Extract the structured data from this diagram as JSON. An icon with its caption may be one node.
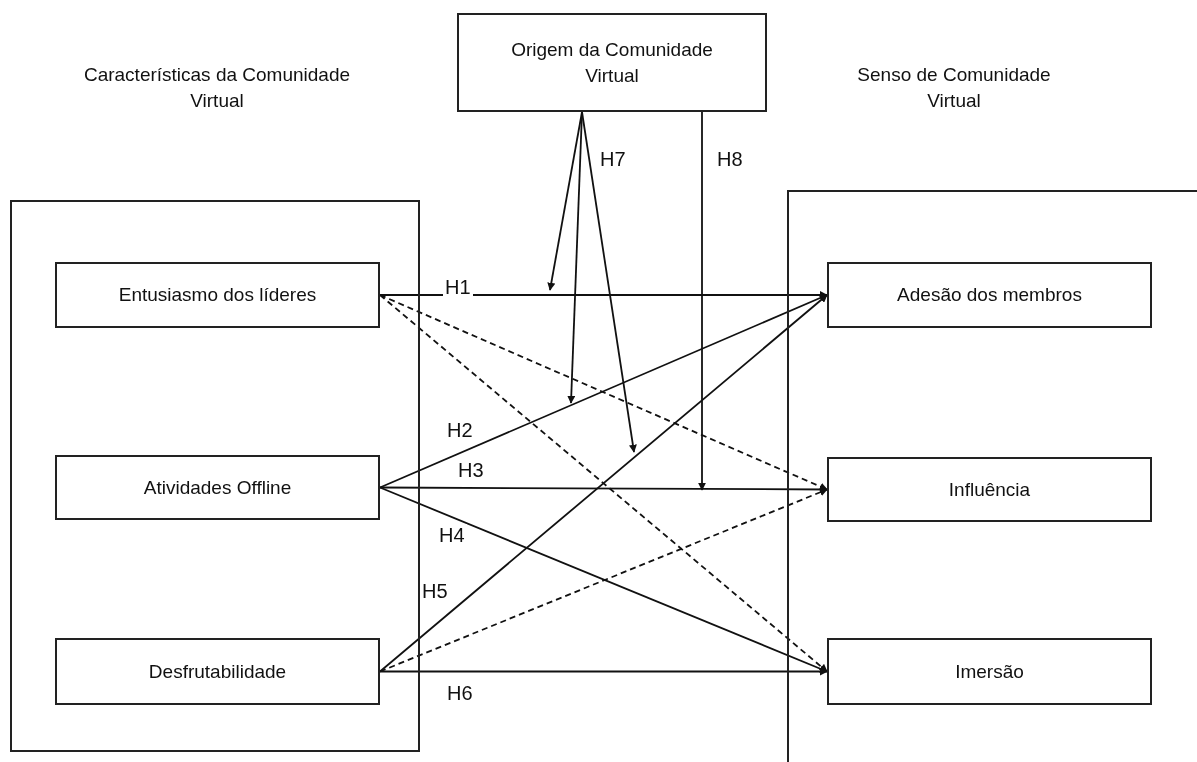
{
  "diagram": {
    "nodes": [
      {
        "text": [
          "Origem da Comunidade Virtual"
        ]
      },
      {
        "text": [
          "Características da Comunidade Virtual"
        ]
      },
      {
        "text": [
          "Entusiasmo dos líderes"
        ],
        "in": 1
      },
      {
        "text": [
          "Atividades Offline"
        ],
        "in": 1
      },
      {
        "text": [
          "Desfrutabilidade"
        ],
        "in": 1
      },
      {
        "text": [
          "Senso de Comunidade Virtual"
        ]
      },
      {
        "text": [
          "Adesão dos membros"
        ],
        "in": 5
      },
      {
        "text": [
          "Influência"
        ],
        "in": 5
      },
      {
        "text": [
          "Imersão"
        ],
        "in": 5
      }
    ],
    "edges": [
      {
        "from": 2,
        "to": 6,
        "arrow": "to",
        "label": "H1"
      },
      {
        "from": 2,
        "to": 7,
        "arrow": "to",
        "style": "dashed"
      },
      {
        "from": 2,
        "to": 8,
        "arrow": "to",
        "style": "dashed"
      },
      {
        "from": 3,
        "to": 6,
        "arrow": "to",
        "label": "H2"
      },
      {
        "from": 3,
        "to": 7,
        "arrow": "to",
        "label": "H3"
      },
      {
        "from": 3,
        "to": 8,
        "arrow": "to",
        "label": "H4"
      },
      {
        "from": 4,
        "to": 6,
        "arrow": "to",
        "label": "H5"
      },
      {
        "from": 4,
        "to": 7,
        "arrow": "to",
        "style": "dashed"
      },
      {
        "from": 4,
        "to": 8,
        "arrow": "to",
        "label": "H6"
      },
      {
        "from": 0,
        "to": null,
        "arrow": "to"
      },
      {
        "from": 0,
        "to": null,
        "arrow": "to"
      },
      {
        "from": 0,
        "to": null,
        "arrow": "to",
        "label": "H7"
      },
      {
        "from": 0,
        "to": null,
        "arrow": "to",
        "label": "H8"
      }
    ]
  }
}
